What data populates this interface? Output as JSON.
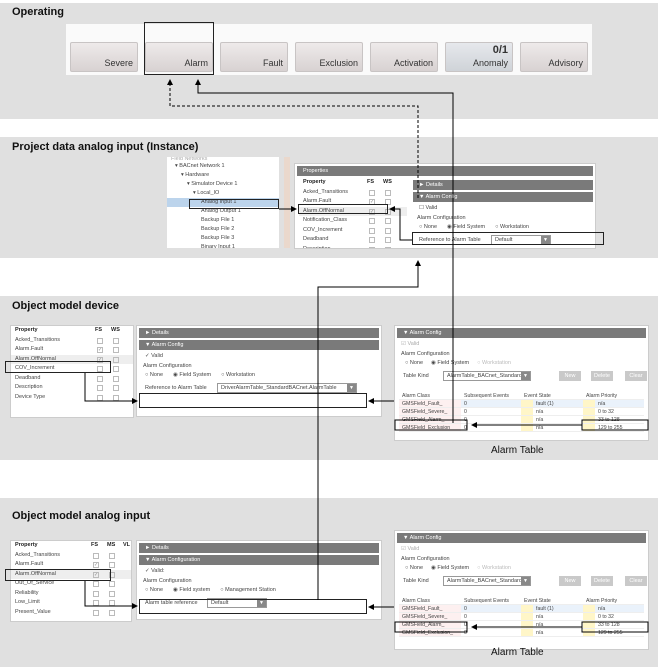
{
  "sections": [
    {
      "title": "Operating"
    },
    {
      "title": "Project data analog input (Instance)"
    },
    {
      "title": "Object model device"
    },
    {
      "title": "Object model analog input"
    }
  ],
  "operating": {
    "buttons": [
      {
        "label": "Severe"
      },
      {
        "label": "Alarm"
      },
      {
        "label": "Fault"
      },
      {
        "label": "Exclusion"
      },
      {
        "label": "Activation"
      },
      {
        "label": "Anomaly",
        "count": "0/1"
      },
      {
        "label": "Advisory"
      }
    ]
  },
  "instance": {
    "tree": [
      {
        "label": "Field Networks"
      },
      {
        "label": "BACnet Network 1"
      },
      {
        "label": "Hardware"
      },
      {
        "label": "Simulator Device 1"
      },
      {
        "label": "Local_IO"
      },
      {
        "label": "Analog Input 1",
        "selected": true
      },
      {
        "label": "Analog Output 1"
      },
      {
        "label": "Backup File 1"
      },
      {
        "label": "Backup File 2"
      },
      {
        "label": "Backup File 3"
      },
      {
        "label": "Binary Input 1"
      }
    ],
    "properties_header": "Properties",
    "columns": {
      "property": "Property",
      "c1": "FS",
      "c2": "WS"
    },
    "properties": [
      {
        "name": "Acked_Transitions",
        "fs": false
      },
      {
        "name": "Alarm.Fault",
        "fs": true
      },
      {
        "name": "Alarm.OffNormal",
        "fs": true
      },
      {
        "name": "Notification_Class",
        "fs": false
      },
      {
        "name": "COV_Increment",
        "fs": false
      },
      {
        "name": "Deadband",
        "fs": false
      },
      {
        "name": "Description",
        "fs": false
      }
    ],
    "details": "Details",
    "alarm_config": "Alarm Config",
    "valid": "Valid",
    "alarm_configuration": "Alarm Configuration",
    "radios": [
      "None",
      "Field System",
      "Workstation"
    ],
    "reference_label": "Reference to Alarm Table",
    "reference_value": "Default"
  },
  "device": {
    "columns": {
      "property": "Property",
      "c1": "FS",
      "c2": "WS"
    },
    "properties": [
      {
        "name": "Acked_Transitions",
        "fs": false
      },
      {
        "name": "Alarm.Fault",
        "fs": true
      },
      {
        "name": "Alarm.OffNormal",
        "fs": true
      },
      {
        "name": "COV_Increment",
        "fs": false
      },
      {
        "name": "Deadband",
        "fs": false
      },
      {
        "name": "Description",
        "fs": false
      },
      {
        "name": "Device Type",
        "fs": false
      }
    ],
    "details": "Details",
    "alarm_config": "Alarm Config",
    "valid": "Valid",
    "alarm_configuration": "Alarm Configuration",
    "radios": [
      "None",
      "Field System",
      "Workstation"
    ],
    "reference_label": "Reference to Alarm Table",
    "reference_value": "DriverAlarmTable_StandardBACnet.AlarmTable"
  },
  "analog": {
    "columns": {
      "property": "Property",
      "c1": "FS",
      "c2": "MS",
      "c3": "VL"
    },
    "properties": [
      {
        "name": "Acked_Transitions",
        "fs": false
      },
      {
        "name": "Alarm.Fault",
        "fs": true
      },
      {
        "name": "Alarm.OffNormal",
        "fs": true
      },
      {
        "name": "Out_Of_Service",
        "fs": false
      },
      {
        "name": "Reliability",
        "fs": false
      },
      {
        "name": "Low_Limit",
        "fs": false
      },
      {
        "name": "Present_Value",
        "fs": false
      }
    ],
    "details": "Details",
    "alarm_config": "Alarm Configuration",
    "valid": "Valid:",
    "alarm_configuration": "Alarm Configuration",
    "radios": [
      "None",
      "Field system",
      "Management Station"
    ],
    "reference_label": "Alarm table reference",
    "reference_value": "Default"
  },
  "alarm_table": {
    "header": "Alarm Config",
    "valid": "Valid",
    "alarm_configuration": "Alarm Configuration",
    "radios": [
      "None",
      "Field System",
      "Workstation"
    ],
    "table_kind_label": "Table Kind",
    "table_kind_value": "AlarmTable_BACnet_Standard",
    "buttons": [
      "New",
      "Delete",
      "Clear"
    ],
    "columns": [
      "Alarm Class",
      "Subsequent Events",
      "Event State",
      "Alarm Priority"
    ],
    "rows": [
      [
        "GMSField_Fault_",
        "0",
        "fault (1)",
        "n/a"
      ],
      [
        "GMSField_Severe_",
        "0",
        "n/a",
        "0  to  32"
      ],
      [
        "GMSField_Alarm_",
        "0",
        "n/a",
        "33  to  128"
      ],
      [
        "GMSField_Exclusion_",
        "0",
        "n/a",
        "129  to  255"
      ]
    ],
    "caption": "Alarm Table"
  }
}
